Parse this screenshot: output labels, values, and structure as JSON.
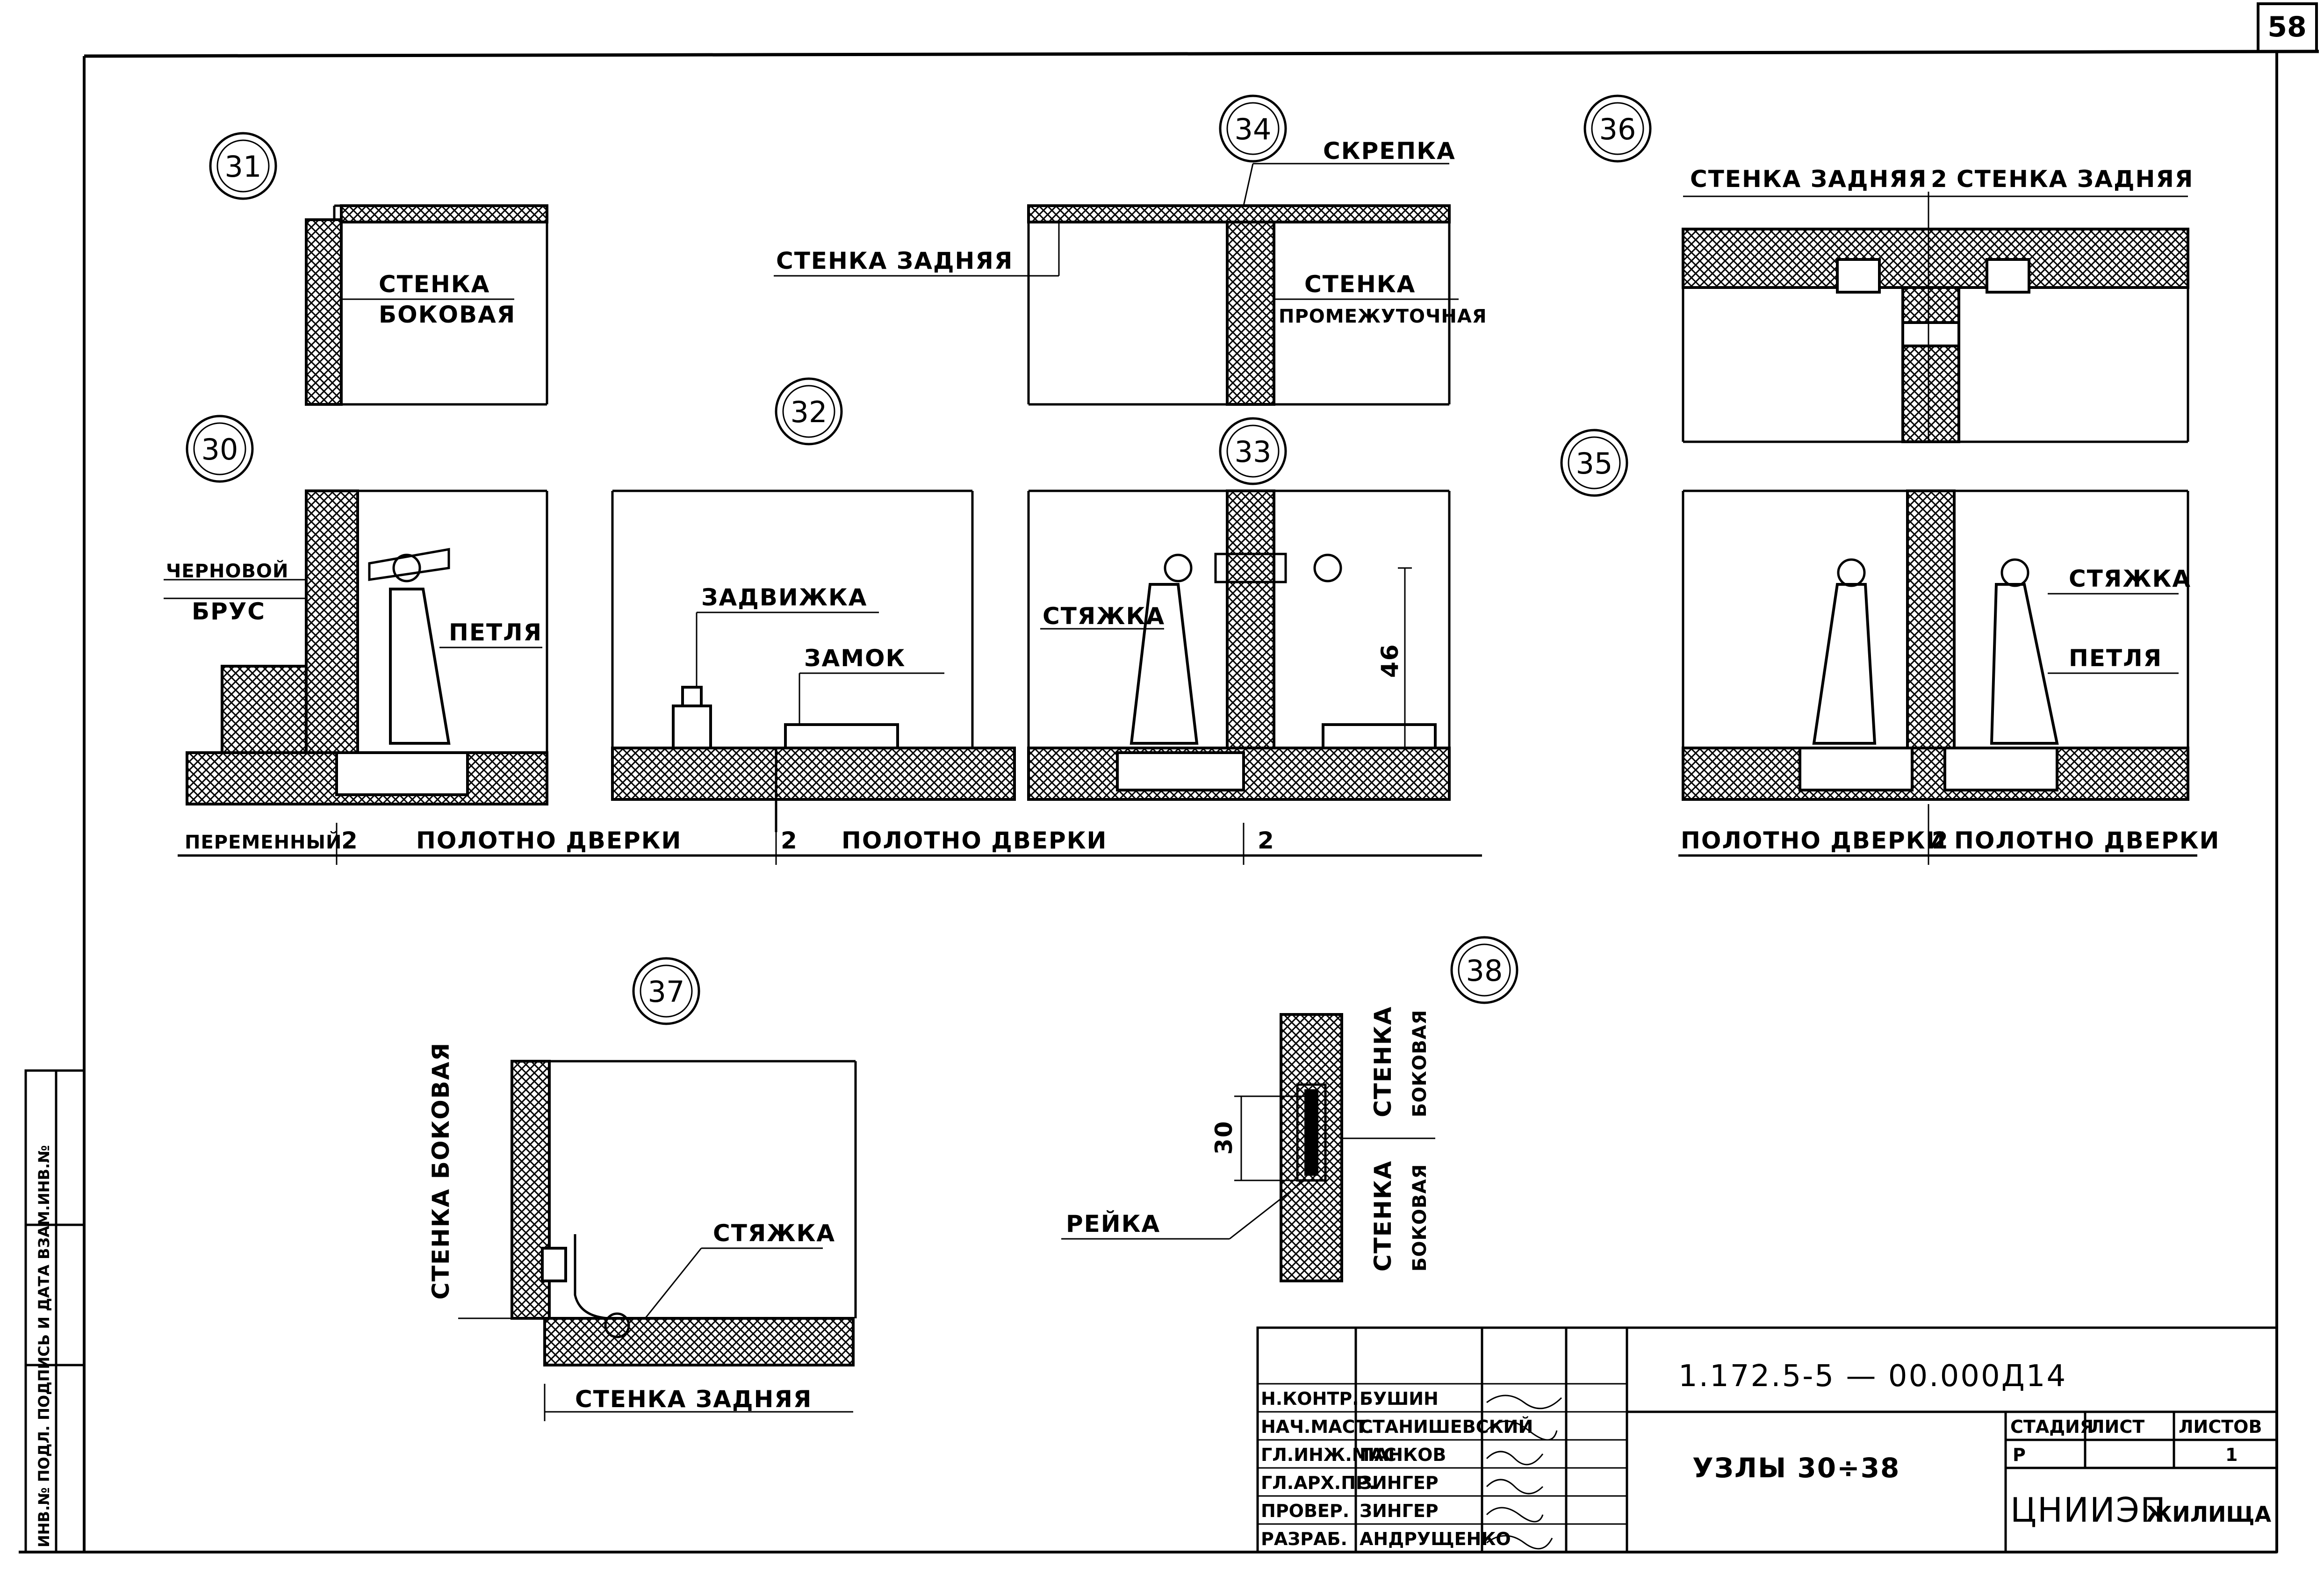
{
  "sheet_number": "58",
  "nodes": {
    "n31": "31",
    "n34": "34",
    "n36": "36",
    "n30": "30",
    "n32": "32",
    "n33": "33",
    "n35": "35",
    "n37": "37",
    "n38": "38"
  },
  "labels": {
    "stenka_bokovaya_1": "СТЕНКА",
    "stenka_bokovaya_2": "БОКОВАЯ",
    "skrepka": "СКРЕПКА",
    "stenka_zadnyaya_34": "СТЕНКА ЗАДНЯЯ",
    "stenka_prom_1": "СТЕНКА",
    "stenka_prom_2": "ПРОМЕЖУТОЧНАЯ",
    "stenka_zadnyaya_36a": "СТЕНКА ЗАДНЯЯ",
    "dim_36": "2",
    "stenka_zadnyaya_36b": "СТЕНКА ЗАДНЯЯ",
    "chernovoy": "ЧЕРНОВОЙ",
    "brus": "БРУС",
    "petlya_30": "ПЕТЛЯ",
    "zadvizhka": "ЗАДВИЖКА",
    "zamok": "ЗАМОК",
    "styazhka_33": "СТЯЖКА",
    "dim_46": "46",
    "styazhka_35": "СТЯЖКА",
    "petlya_35": "ПЕТЛЯ",
    "peremenny": "ПЕРЕМЕННЫЙ",
    "dim_2a": "2",
    "polotno_1": "ПОЛОТНО  ДВЕРКИ",
    "dim_2b": "2",
    "polotno_2": "ПОЛОТНО  ДВЕРКИ",
    "dim_2c": "2",
    "polotno_35a": "ПОЛОТНО ДВЕРКИ",
    "dim_2d": "2",
    "polotno_35b": "ПОЛОТНО ДВЕРКИ",
    "stenka_bokovaya_37": "СТЕНКА БОКОВАЯ",
    "styazhka_37": "СТЯЖКА",
    "stenka_zadnyaya_37": "СТЕНКА ЗАДНЯЯ",
    "stenka_38a": "СТЕНКА",
    "bokovaya_38a": "БОКОВАЯ",
    "stenka_38b": "СТЕНКА",
    "bokovaya_38b": "БОКОВАЯ",
    "dim_30": "30",
    "reyka": "РЕЙКА"
  },
  "side_stamp": "ИНВ.№ ПОДЛ.  ПОДПИСЬ И ДАТА  ВЗАМ.ИНВ.№",
  "title_block": {
    "code": "1.172.5-5 — 00.000Д14",
    "title": "УЗЛЫ 30÷38",
    "roles": [
      "Н.КОНТР.",
      "НАЧ.МАСТ.",
      "ГЛ.ИНЖ.МАС.",
      "ГЛ.АРХ.ПР.",
      "ПРОВЕР.",
      "РАЗРАБ."
    ],
    "names": [
      "БУШИН",
      "СТАНИШЕВСКИЙ",
      "ПАНКОВ",
      "ЗИНГЕР",
      "ЗИНГЕР",
      "АНДРУЩЕНКО"
    ],
    "stage_header": "СТАДИЯ",
    "sheet_header": "ЛИСТ",
    "sheets_header": "ЛИСТОВ",
    "stage": "Р",
    "sheets": "1",
    "org": "ЦНИИЭП",
    "org_suffix": "ЖИЛИЩА"
  }
}
